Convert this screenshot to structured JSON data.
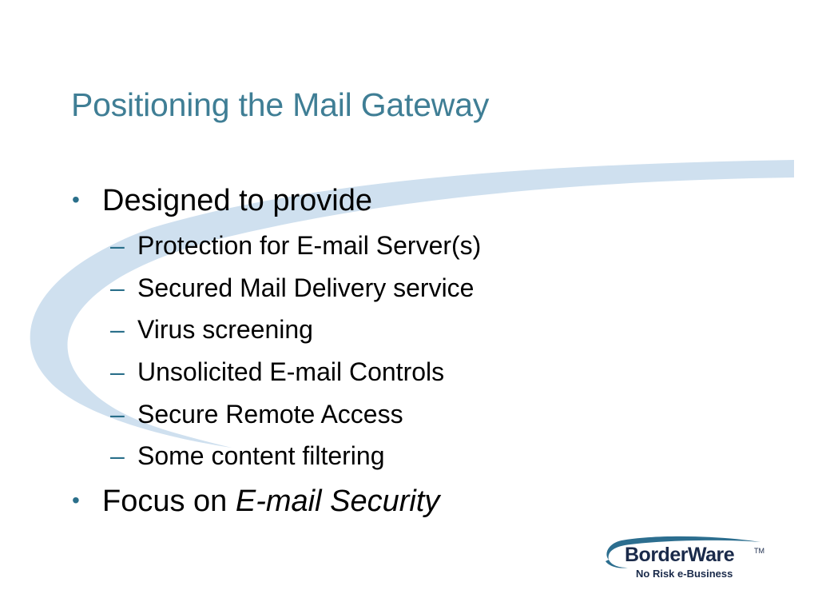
{
  "slide": {
    "title": "Positioning the Mail Gateway",
    "bullets": [
      {
        "text": "Designed to provide",
        "sub": [
          "Protection for E-mail Server(s)",
          "Secured Mail Delivery service",
          "Virus screening",
          "Unsolicited E-mail Controls",
          "Secure Remote Access",
          "Some content filtering"
        ]
      },
      {
        "text": "Focus on ",
        "emphasis": "E-mail Security"
      }
    ],
    "bullet_glyph": "•",
    "sub_glyph": "–"
  },
  "logo": {
    "name": "BorderWare",
    "trademark": "TM",
    "tagline": "No Risk e-Business"
  },
  "colors": {
    "title": "#3f7e95",
    "swoosh": "#cfe0ef",
    "bullet": "#2a6f8a",
    "logo_arc": "#2c6e8f"
  }
}
